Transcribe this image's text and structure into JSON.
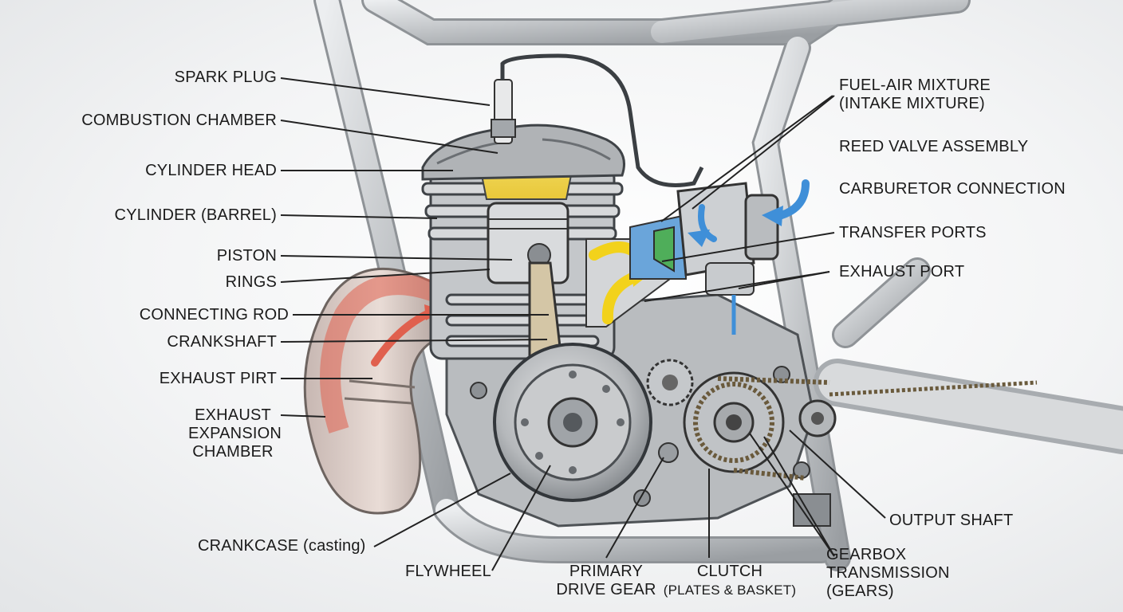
{
  "labels": {
    "spark_plug": "SPARK PLUG",
    "combustion_chamber": "COMBUSTION CHAMBER",
    "cylinder_head": "CYLINDER HEAD",
    "cylinder_barrel": "CYLINDER (BARREL)",
    "piston": "PISTON",
    "rings": "RINGS",
    "connecting_rod": "CONNECTING ROD",
    "crankshaft": "CRANKSHAFT",
    "exhaust_pirt": "EXHAUST PIRT",
    "exhaust_expansion_1": "EXHAUST",
    "exhaust_expansion_2": "EXPANSION",
    "exhaust_expansion_3": "CHAMBER",
    "crankcase": "CRANKCASE (casting)",
    "flywheel": "FLYWHEEL",
    "primary_drive_1": "PRIMARY",
    "primary_drive_2": "DRIVE GEAR",
    "clutch_1": "CLUTCH",
    "clutch_2": "(PLATES & BASKET)",
    "gearbox_1": "GEARBOX",
    "gearbox_2": "TRANSMISSION",
    "gearbox_3": "(GEARS)",
    "output_shaft": "OUTPUT SHAFT",
    "fuel_air_1": "FUEL-AIR MIXTURE",
    "fuel_air_2": "(INTAKE MIXTURE)",
    "reed_valve": "REED VALVE ASSEMBLY",
    "carburetor": "CARBURETOR CONNECTION",
    "transfer_ports": "TRANSFER PORTS",
    "exhaust_port": "EXHAUST PORT"
  },
  "colors": {
    "frame": "#c9cccf",
    "metal": "#b7babd",
    "dark_metal": "#7d8185",
    "exhaust_red": "#e0604e",
    "intake_blue": "#3f8fd8",
    "transfer_yellow": "#f2d21b",
    "reed_green": "#4fae5a",
    "chamber_yellow": "#f3d34a",
    "leader": "#222222"
  }
}
